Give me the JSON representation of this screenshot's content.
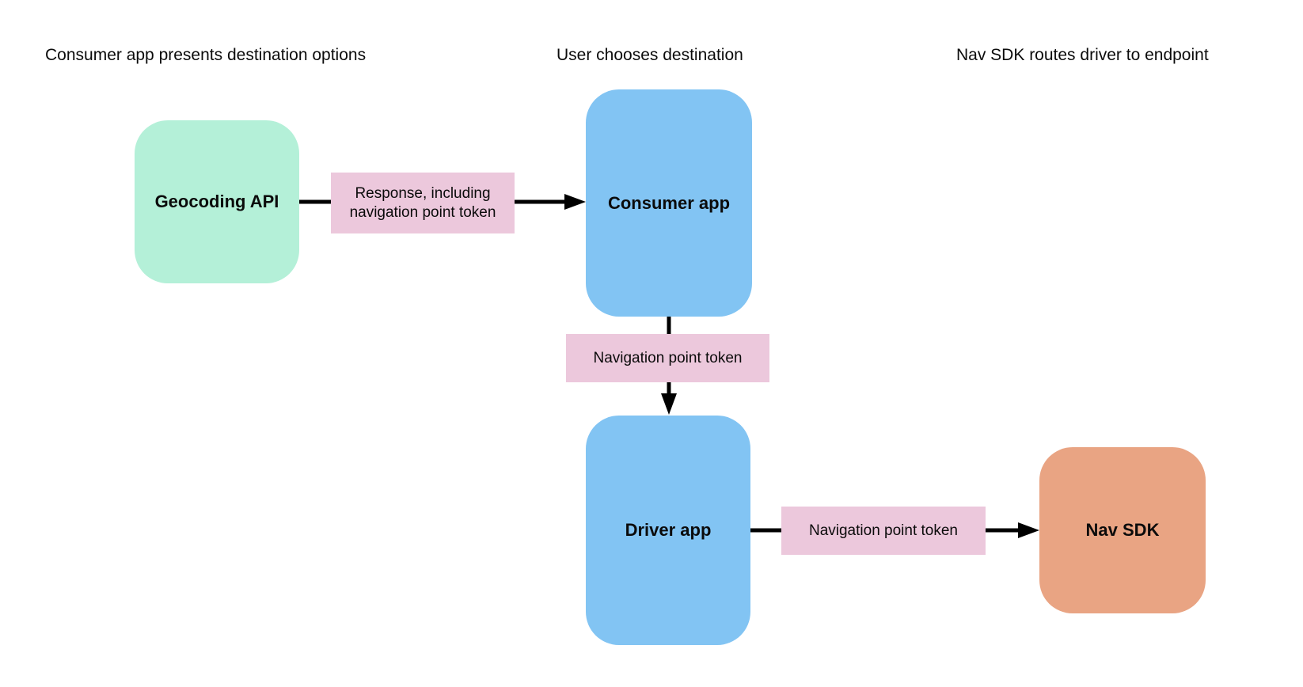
{
  "diagram": {
    "headers": [
      {
        "id": "step-1",
        "text": "Consumer app presents destination options"
      },
      {
        "id": "step-2",
        "text": "User chooses destination"
      },
      {
        "id": "step-3",
        "text": "Nav SDK routes driver to endpoint"
      }
    ],
    "nodes": [
      {
        "id": "geocoding-api",
        "label": "Geocoding API",
        "fill": "#b4f0d8"
      },
      {
        "id": "consumer-app",
        "label": "Consumer app",
        "fill": "#82c4f3"
      },
      {
        "id": "driver-app",
        "label": "Driver app",
        "fill": "#82c4f3"
      },
      {
        "id": "nav-sdk",
        "label": "Nav SDK",
        "fill": "#e9a483"
      }
    ],
    "edges": [
      {
        "id": "geocoding-to-consumer",
        "label": "Response, including navigation point token",
        "label_fill": "#ecc8dc"
      },
      {
        "id": "consumer-to-driver",
        "label": "Navigation point token",
        "label_fill": "#ecc8dc"
      },
      {
        "id": "driver-to-nav-sdk",
        "label": "Navigation point token",
        "label_fill": "#ecc8dc"
      }
    ],
    "colors": {
      "background": "#ffffff",
      "arrow": "#000000",
      "text": "#0b0b0b"
    }
  }
}
